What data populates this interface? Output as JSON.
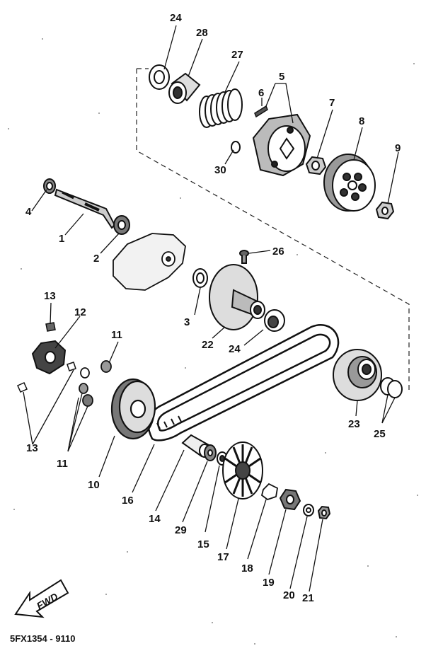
{
  "diagram": {
    "part_code": "5FX1354 - 9110",
    "fwd_label": "FWD",
    "callouts": [
      {
        "id": "c24a",
        "label": "24"
      },
      {
        "id": "c28",
        "label": "28"
      },
      {
        "id": "c27",
        "label": "27"
      },
      {
        "id": "c5",
        "label": "5"
      },
      {
        "id": "c6",
        "label": "6"
      },
      {
        "id": "c7",
        "label": "7"
      },
      {
        "id": "c8",
        "label": "8"
      },
      {
        "id": "c9",
        "label": "9"
      },
      {
        "id": "c30",
        "label": "30"
      },
      {
        "id": "c4",
        "label": "4"
      },
      {
        "id": "c1",
        "label": "1"
      },
      {
        "id": "c2",
        "label": "2"
      },
      {
        "id": "c26",
        "label": "26"
      },
      {
        "id": "c13a",
        "label": "13"
      },
      {
        "id": "c12",
        "label": "12"
      },
      {
        "id": "c3",
        "label": "3"
      },
      {
        "id": "c22",
        "label": "22"
      },
      {
        "id": "c24b",
        "label": "24"
      },
      {
        "id": "c11a",
        "label": "11"
      },
      {
        "id": "c13b",
        "label": "13"
      },
      {
        "id": "c11b",
        "label": "11"
      },
      {
        "id": "c23",
        "label": "23"
      },
      {
        "id": "c25",
        "label": "25"
      },
      {
        "id": "c10",
        "label": "10"
      },
      {
        "id": "c16",
        "label": "16"
      },
      {
        "id": "c14",
        "label": "14"
      },
      {
        "id": "c29",
        "label": "29"
      },
      {
        "id": "c15",
        "label": "15"
      },
      {
        "id": "c17",
        "label": "17"
      },
      {
        "id": "c18",
        "label": "18"
      },
      {
        "id": "c19",
        "label": "19"
      },
      {
        "id": "c20",
        "label": "20"
      },
      {
        "id": "c21",
        "label": "21"
      }
    ]
  }
}
